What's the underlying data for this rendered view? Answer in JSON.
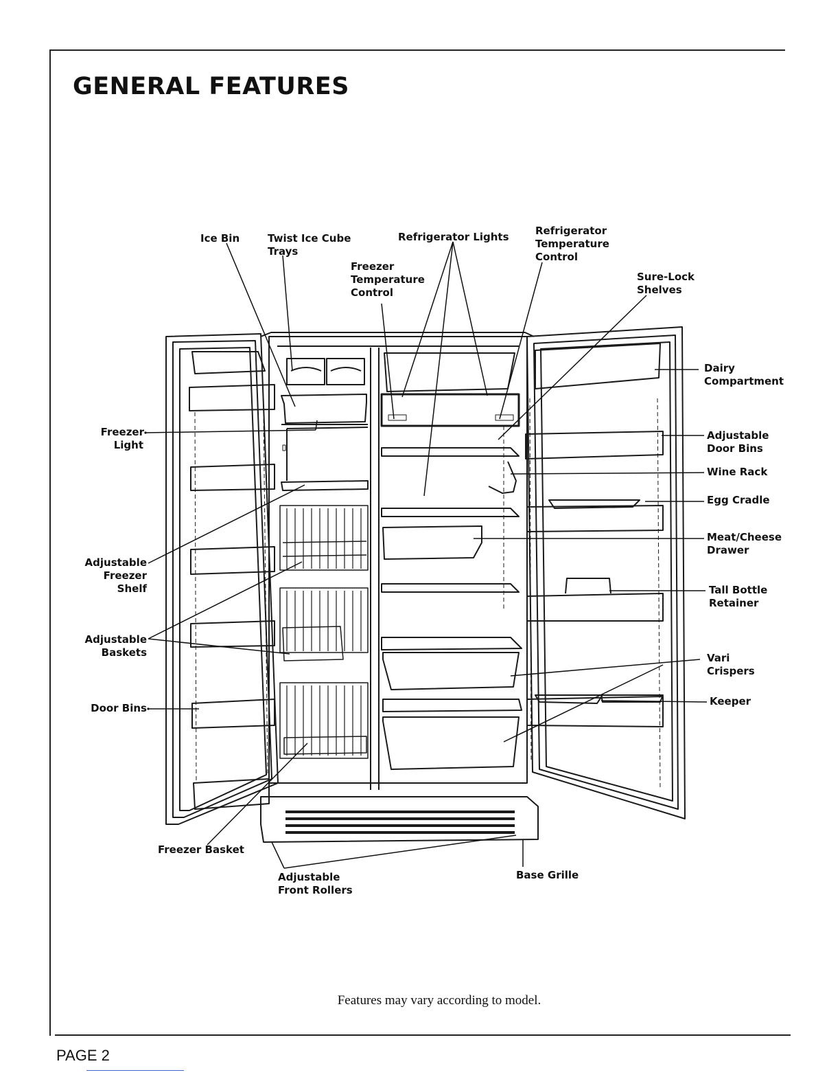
{
  "title": "GENERAL FEATURES",
  "labels": {
    "ice_bin": "Ice Bin",
    "twist_ice": [
      "Twist Ice Cube",
      "Trays"
    ],
    "fridge_lights": "Refrigerator Lights",
    "fridge_temp": [
      "Refrigerator",
      "Temperature",
      "Control"
    ],
    "freezer_temp": [
      "Freezer",
      "Temperature",
      "Control"
    ],
    "sure_lock": [
      "Sure-Lock",
      "Shelves"
    ],
    "dairy": [
      "Dairy",
      "Compartment"
    ],
    "freezer_light": [
      "Freezer",
      "Light"
    ],
    "adj_door_bins": [
      "Adjustable",
      "Door Bins"
    ],
    "wine_rack": "Wine Rack",
    "egg_cradle": "Egg Cradle",
    "meat_cheese": [
      "Meat/Cheese",
      "Drawer"
    ],
    "adj_freezer_shelf": [
      "Adjustable",
      "Freezer",
      "Shelf"
    ],
    "tall_bottle": [
      "Tall Bottle",
      "Retainer"
    ],
    "adj_baskets": [
      "Adjustable",
      "Baskets"
    ],
    "vari_crispers": [
      "Vari",
      "Crispers"
    ],
    "door_bins": "Door Bins",
    "keeper": "Keeper",
    "freezer_basket": "Freezer Basket",
    "front_rollers": [
      "Adjustable",
      "Front Rollers"
    ],
    "base_grille": "Base Grille"
  },
  "note": "Features may vary according to model.",
  "page": "PAGE 2"
}
